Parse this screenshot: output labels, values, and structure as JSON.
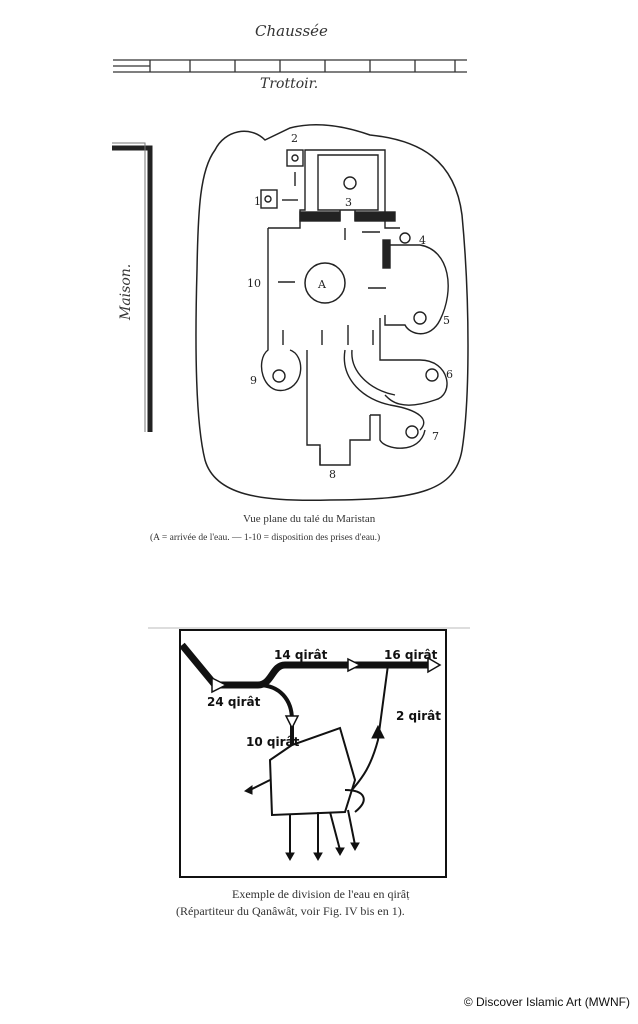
{
  "plan": {
    "road_label": "Chaussée",
    "sidewalk_label": "Trottoir.",
    "house_label": "Maison.",
    "center_label": "A",
    "outlets": [
      "1",
      "2",
      "3",
      "4",
      "5",
      "6",
      "7",
      "8",
      "9",
      "10"
    ],
    "caption_title": "Vue plane du talé du Maristan",
    "caption_note": "(A = arrivée de l'eau. — 1-10 = disposition des prises d'eau.)"
  },
  "division": {
    "labels": {
      "q14": "14 qirât",
      "q16": "16 qirât",
      "q24": "24 qirât",
      "q2": "2 qirât",
      "q10": "10 qirât"
    },
    "caption_title": "Exemple de division de l'eau en qirâṭ",
    "caption_note": "(Répartiteur du Qanâwât, voir Fig. IV bis en 1)."
  },
  "credit": "© Discover Islamic Art (MWNF)"
}
